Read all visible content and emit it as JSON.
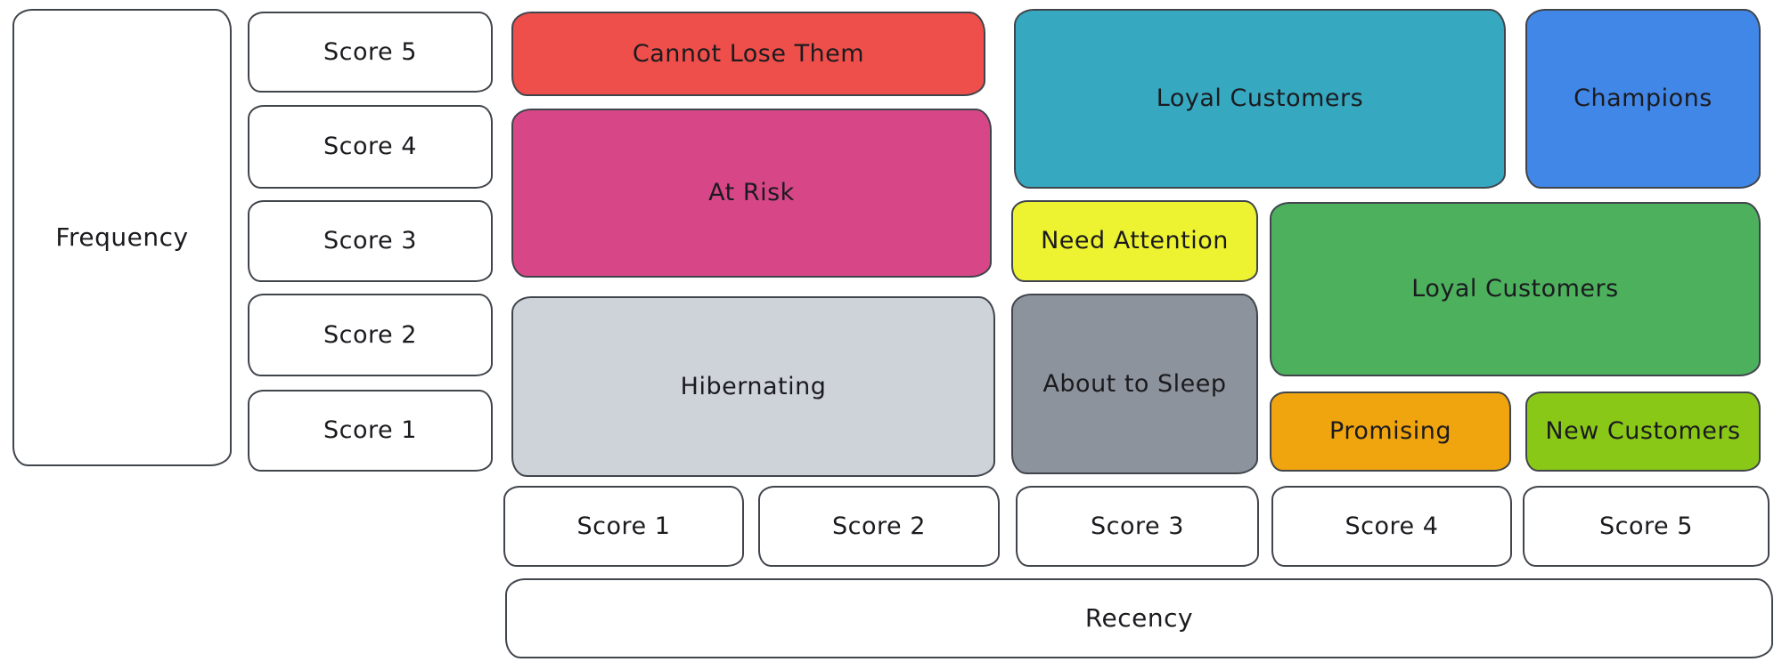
{
  "frequency_axis": {
    "label": "Frequency",
    "scores": [
      "Score 5",
      "Score 4",
      "Score 3",
      "Score 2",
      "Score 1"
    ]
  },
  "recency_axis": {
    "label": "Recency",
    "scores": [
      "Score 1",
      "Score 2",
      "Score 3",
      "Score 4",
      "Score 5"
    ]
  },
  "segments": {
    "cannot_lose_them": {
      "label": "Cannot Lose Them",
      "color": "#ee4f4a"
    },
    "at_risk": {
      "label": "At Risk",
      "color": "#d74787"
    },
    "hibernating": {
      "label": "Hibernating",
      "color": "#ced3da"
    },
    "loyal_customers_top": {
      "label": "Loyal Customers",
      "color": "#36a9c1"
    },
    "champions": {
      "label": "Champions",
      "color": "#4187e7"
    },
    "need_attention": {
      "label": "Need Attention",
      "color": "#edf231"
    },
    "loyal_customers_right": {
      "label": "Loyal Customers",
      "color": "#4cb05c"
    },
    "about_to_sleep": {
      "label": "About to Sleep",
      "color": "#8d939c"
    },
    "promising": {
      "label": "Promising",
      "color": "#f0a40e"
    },
    "new_customers": {
      "label": "New Customers",
      "color": "#8ac818"
    }
  },
  "colors": {
    "outline": "#40454c",
    "background": "#ffffff",
    "text": "#1b1b1f"
  }
}
